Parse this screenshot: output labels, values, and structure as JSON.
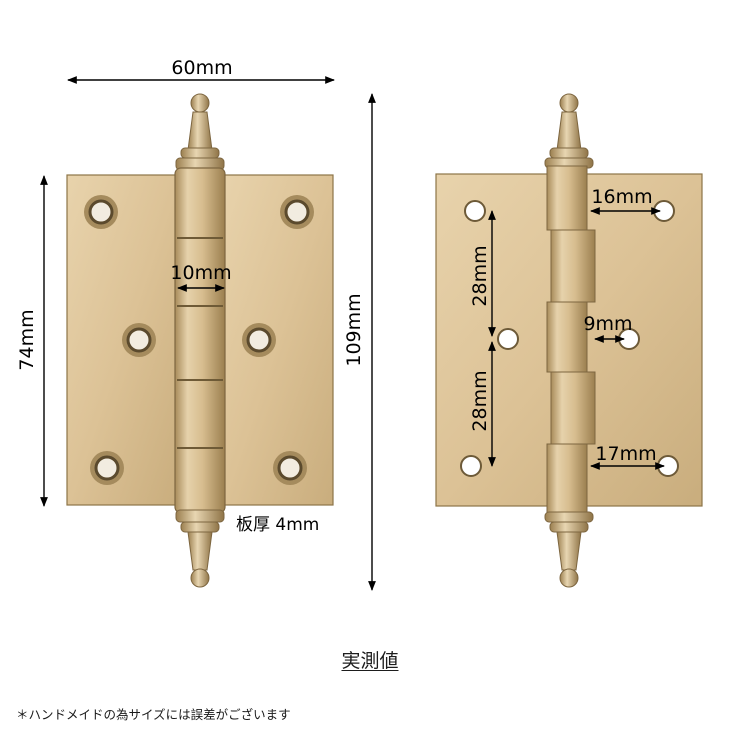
{
  "dimensions": {
    "width_total": "60mm",
    "knuckle_width": "10mm",
    "height_leaf": "74mm",
    "height_total": "109mm",
    "plate_thickness": "板厚 4mm"
  },
  "back_dimensions": {
    "hole_offset_top": "16mm",
    "knuckle_span_upper": "28mm",
    "knuckle_span_lower": "28mm",
    "hole_offset_middle": "9mm",
    "hole_offset_bottom": "17mm"
  },
  "caption": "実測値",
  "note": "＊ハンドメイドの為サイズには誤差がございます",
  "colors": {
    "brass_light": "#e2caa0",
    "brass_dark": "#9c8355",
    "brass_edge": "#7d6640",
    "ink": "#000000"
  }
}
